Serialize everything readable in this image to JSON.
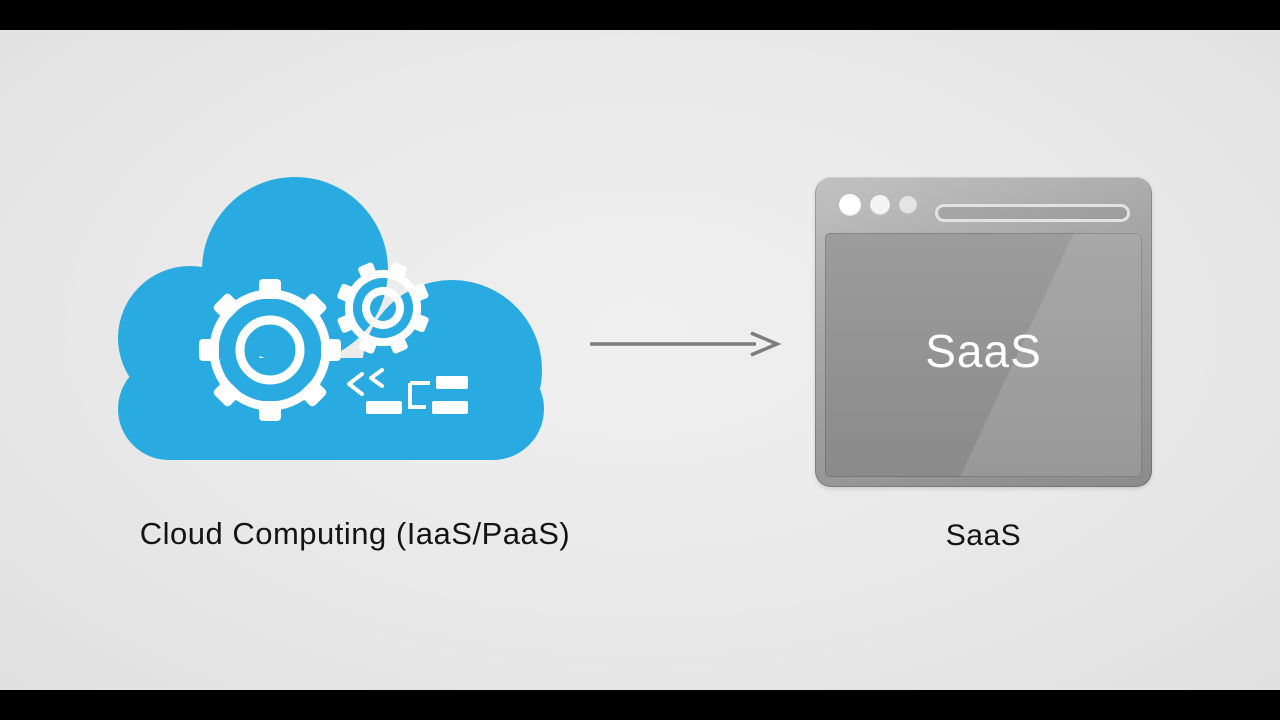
{
  "colors": {
    "cloud_blue": "#29ABE2",
    "arrow_gray": "#7d7d7d",
    "background_gray": "#e9e9e9",
    "letterbox_black": "#000000",
    "window_gray": "#949494",
    "label_text": "#141414"
  },
  "icons": {
    "cloud": "cloud-icon",
    "gear_large": "gear-icon",
    "gear_small": "gear-icon",
    "workflow": "workflow-icon",
    "arrow": "right-arrow-icon",
    "browser": "browser-window-icon"
  },
  "cloud_node": {
    "caption": "Cloud Computing (IaaS/PaaS)"
  },
  "browser_node": {
    "content_label": "SaaS",
    "caption": "SaaS"
  }
}
